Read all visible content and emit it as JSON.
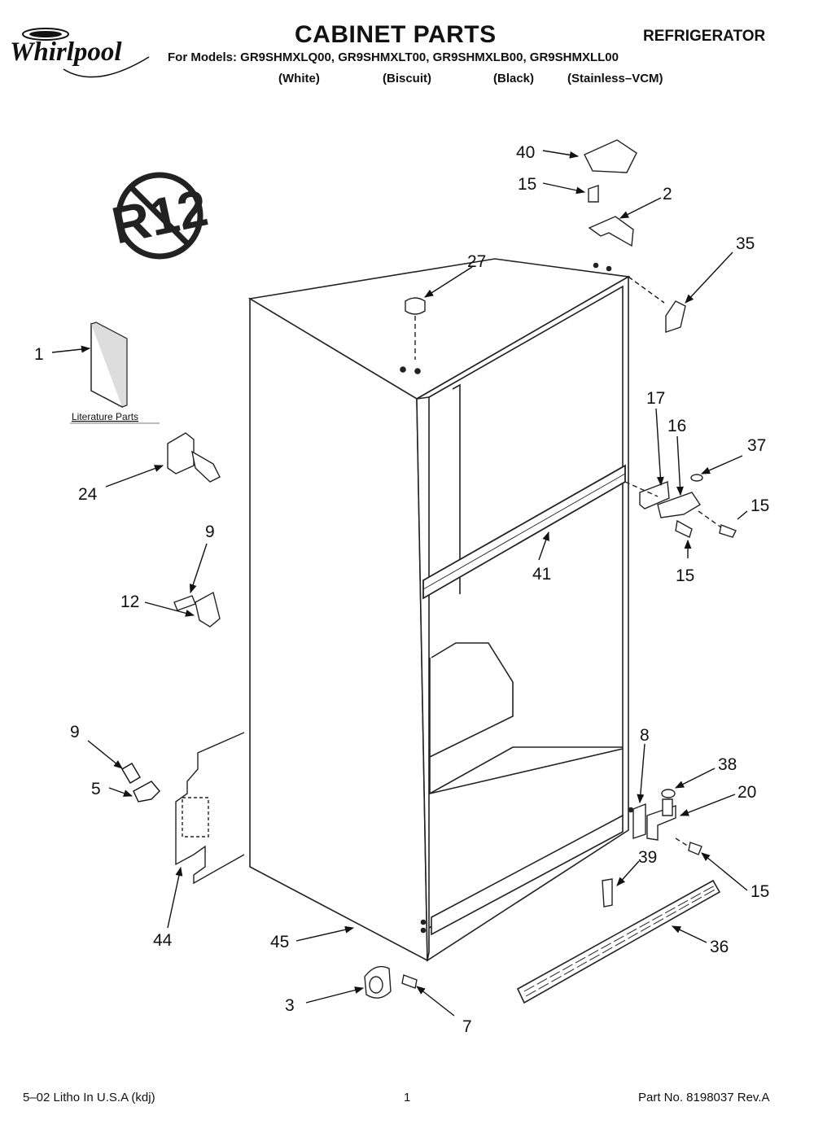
{
  "brand": {
    "logo_text": "Whirlpool"
  },
  "header": {
    "title": "CABINET PARTS",
    "appliance": "REFRIGERATOR",
    "models_line": "For Models: GR9SHMXLQ00, GR9SHMXLT00, GR9SHMXLB00, GR9SHMXLL00",
    "colors": [
      "(White)",
      "(Biscuit)",
      "(Black)",
      "(Stainless–VCM)"
    ]
  },
  "diagram": {
    "no_r12_text": "R12",
    "literature_label": "Literature Parts",
    "callouts": {
      "c40": "40",
      "c15_top": "15",
      "c2": "2",
      "c35": "35",
      "c27": "27",
      "c1": "1",
      "c17": "17",
      "c16": "16",
      "c37": "37",
      "c15_hinge_a": "15",
      "c15_hinge_b": "15",
      "c41": "41",
      "c24": "24",
      "c9_a": "9",
      "c12": "12",
      "c9_b": "9",
      "c5": "5",
      "c44": "44",
      "c45": "45",
      "c8": "8",
      "c38": "38",
      "c20": "20",
      "c39": "39",
      "c15_bottom": "15",
      "c36": "36",
      "c3": "3",
      "c7": "7"
    }
  },
  "footer": {
    "left": "5–02 Litho In U.S.A (kdj)",
    "page": "1",
    "right": "Part No. 8198037 Rev.A"
  }
}
